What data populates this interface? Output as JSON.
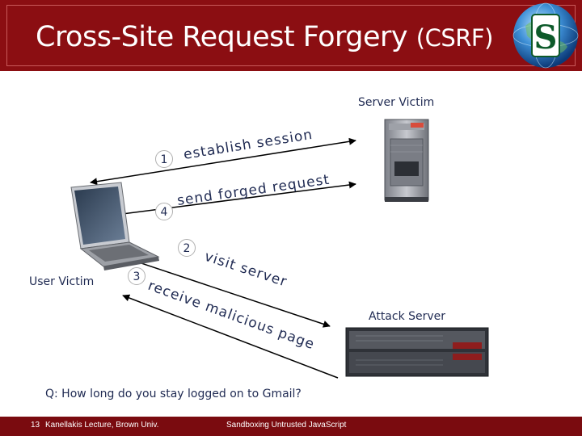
{
  "slide": {
    "title_main": "Cross-Site Request Forgery",
    "title_paren": "(CSRF)",
    "logo_letter": "S"
  },
  "labels": {
    "server_victim": "Server Victim",
    "user_victim": "User Victim",
    "attack_server": "Attack Server"
  },
  "steps": [
    {
      "num": "1",
      "text": "establish session"
    },
    {
      "num": "4",
      "text": "send forged request"
    },
    {
      "num": "2",
      "text": "visit server"
    },
    {
      "num": "3",
      "text": "receive malicious page"
    }
  ],
  "question": "Q: How long do you stay logged on to Gmail?",
  "footer": {
    "page_number": "13",
    "left": "Kanellakis Lecture, Brown Univ.",
    "center": "Sandboxing Untrusted JavaScript"
  },
  "colors": {
    "title_bar": "#8b0e12",
    "footer_bar": "#7a0b0f",
    "text": "#1f2a52"
  }
}
